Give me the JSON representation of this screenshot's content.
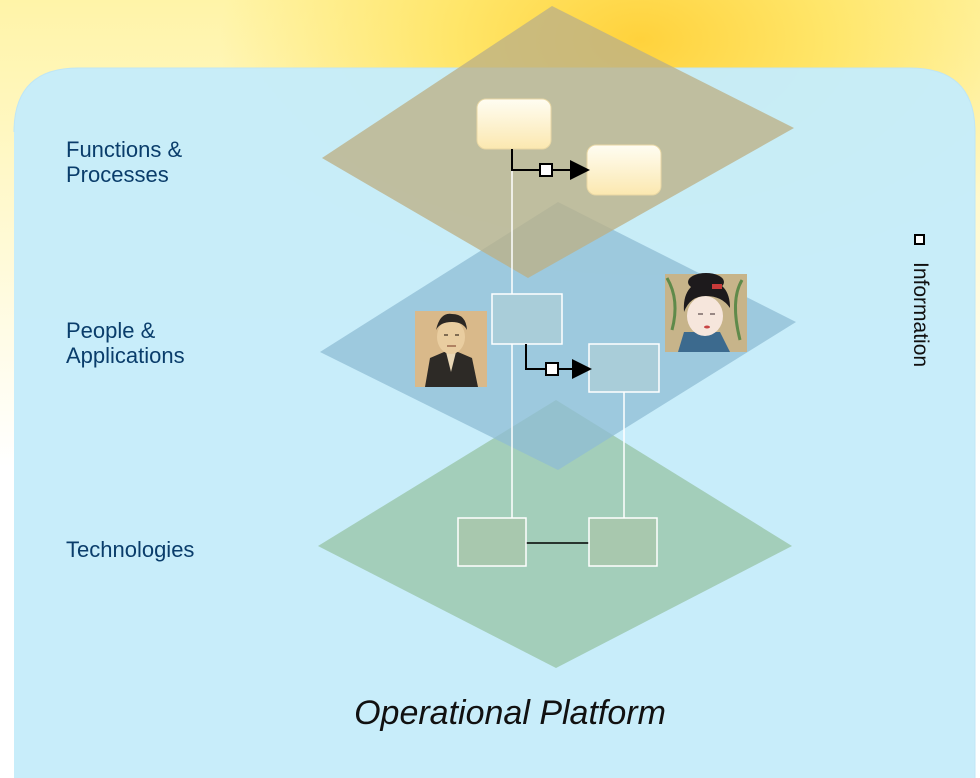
{
  "layers": [
    {
      "name": "Functions &\nProcesses",
      "color": "#c2b98a"
    },
    {
      "name": "People &\nApplications",
      "color": "#8fbcd4"
    },
    {
      "name": "Technologies",
      "color": "#9cc8ae"
    }
  ],
  "platform_title": "Operational Platform",
  "legend": {
    "label": "Information",
    "icon": "information-square-icon"
  },
  "colors": {
    "platform_bg": "#c6ecfa",
    "label_text": "#0a3d6b",
    "process_box": "#fff0c4",
    "application_box": "#a9cdd9",
    "technology_box": "#a8c8ae",
    "connector": "#000000"
  },
  "portraits": {
    "man": "portrait-man-icon",
    "woman": "portrait-woman-icon"
  }
}
